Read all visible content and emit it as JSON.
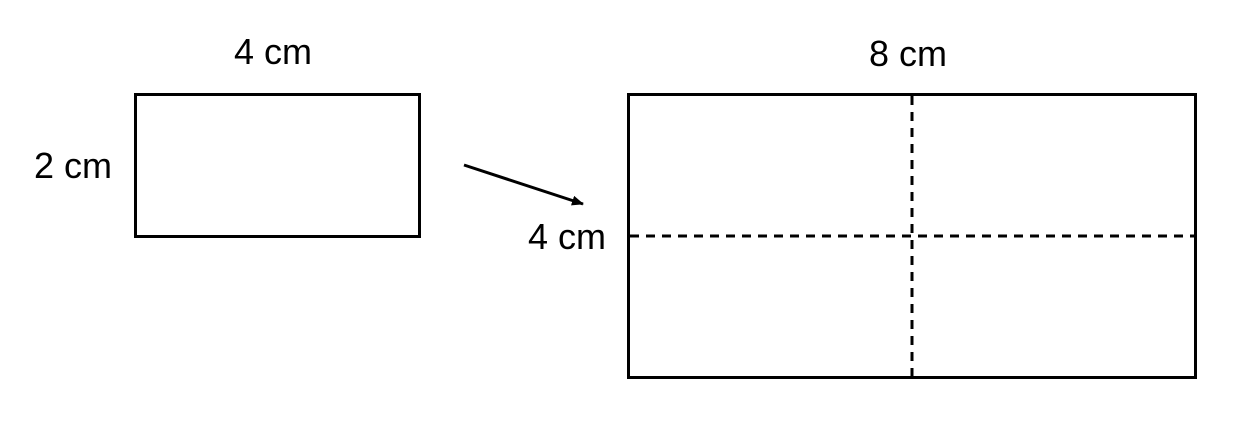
{
  "small_rectangle": {
    "width_label": "4 cm",
    "height_label": "2 cm"
  },
  "large_rectangle": {
    "width_label": "8 cm",
    "height_label": "4 cm"
  },
  "colors": {
    "stroke": "#000000",
    "background": "#ffffff"
  }
}
